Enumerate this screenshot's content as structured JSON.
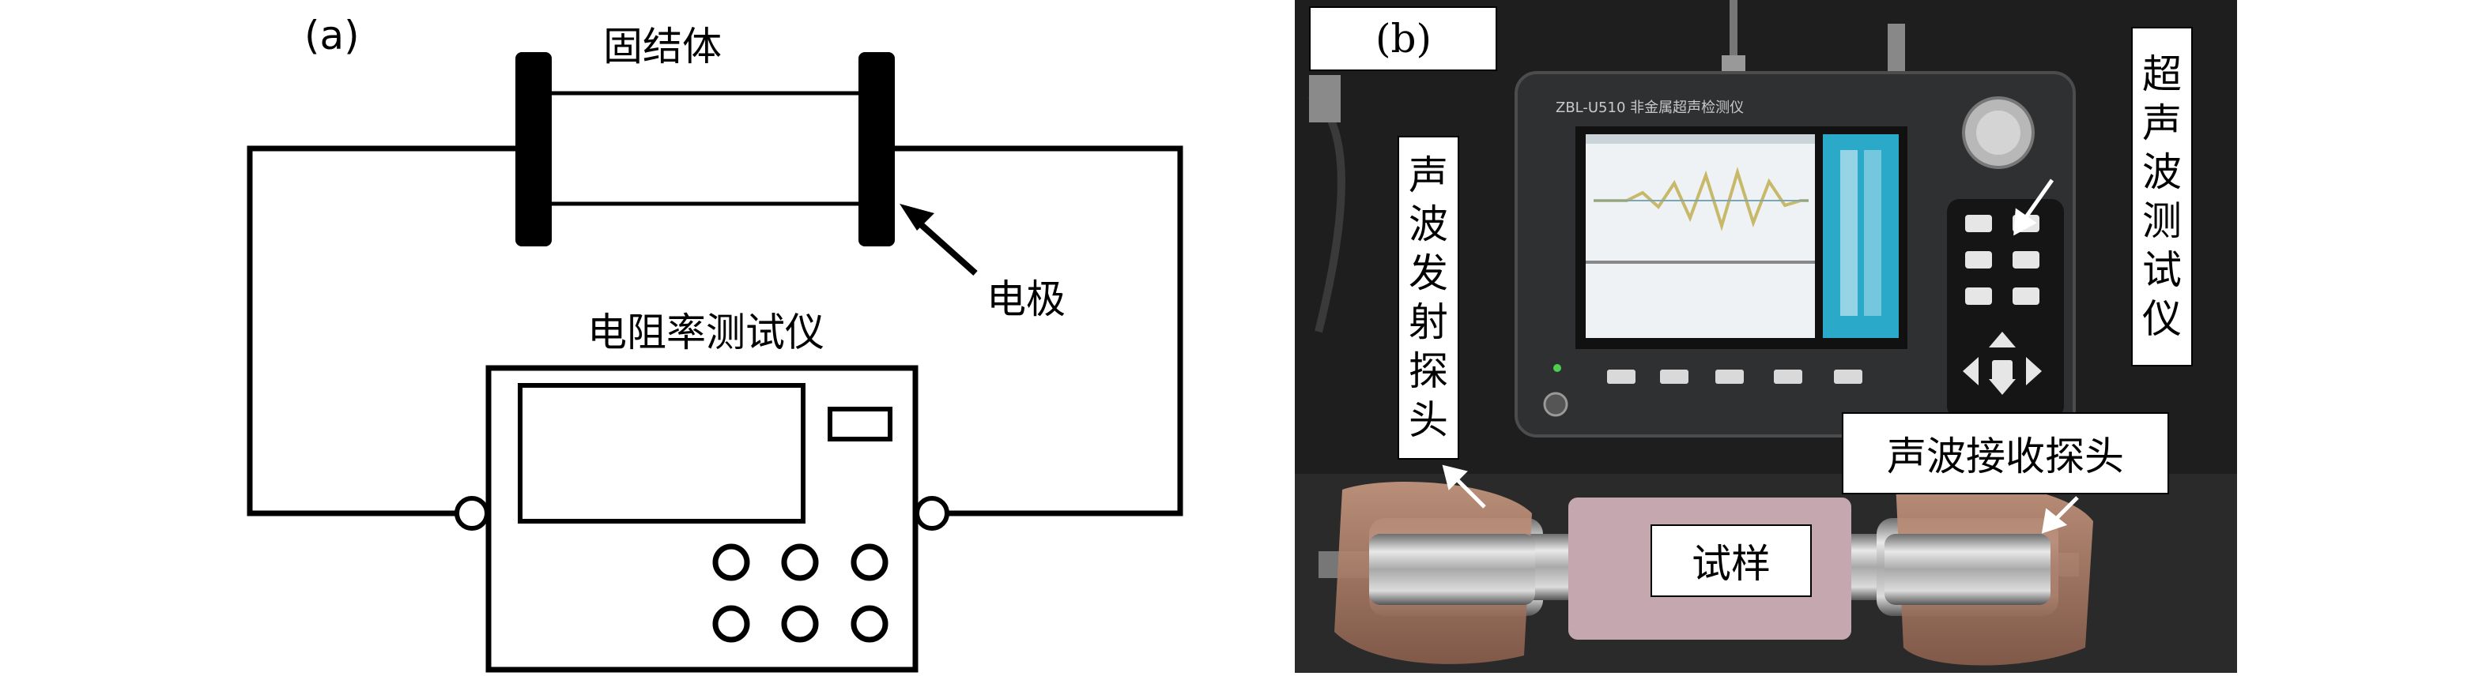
{
  "panel_a": {
    "letter": "(a)",
    "specimen_label": "固结体",
    "electrode_label": "电极",
    "meter_label": "电阻率测试仪"
  },
  "panel_b": {
    "letter": "(b)",
    "device_brand": "ZBL-U510 非金属超声检测仪",
    "transmitter_label": [
      "声",
      "波",
      "发",
      "射",
      "探",
      "头"
    ],
    "tester_label": [
      "超",
      "声",
      "波",
      "测",
      "试",
      "仪"
    ],
    "receiver_label": "声波接收探头",
    "sample_label": "试样"
  },
  "colors": {
    "line": "#000000",
    "photo_bg": "#1c1c1c",
    "screen": "#eef2f4",
    "wave": "#c8b86a",
    "screen_accent": "#2aa9c9"
  }
}
